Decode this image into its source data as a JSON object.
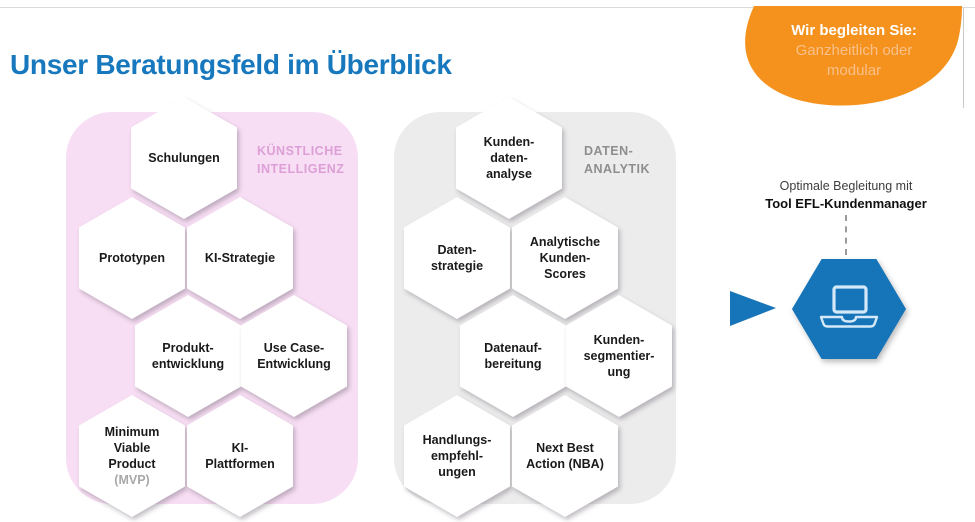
{
  "page": {
    "title": "Unser Beratungsfeld im Überblick"
  },
  "badge": {
    "title": "Wir begleiten Sie:",
    "subtitle": "Ganzheitlich oder\nmodular"
  },
  "groups": {
    "ki": {
      "label": "KÜNSTLICHE\nINTELLIGENZ",
      "hexes": [
        {
          "label": "Schulungen"
        },
        {
          "label": "Prototypen"
        },
        {
          "label": "KI-Strategie"
        },
        {
          "label": "Produkt-\nentwicklung"
        },
        {
          "label": "Use Case-\nEntwicklung"
        },
        {
          "label": "Minimum\nViable\nProduct",
          "sub": "(MVP)"
        },
        {
          "label": "KI-\nPlattformen"
        }
      ]
    },
    "data": {
      "label": "DATEN-\nANALYTIK",
      "hexes": [
        {
          "label": "Kunden-\ndaten-\nanalyse"
        },
        {
          "label": "Daten-\nstrategie"
        },
        {
          "label": "Analytische\nKunden-\nScores"
        },
        {
          "label": "Datenauf-\nbereitung"
        },
        {
          "label": "Kunden-\nsegmentier-\nung"
        },
        {
          "label": "Handlungs-\nempfehl-\nungen"
        },
        {
          "label": "Next Best\nAction (NBA)"
        }
      ]
    }
  },
  "tool": {
    "line1": "Optimale Begleitung mit",
    "line2": "Tool EFL-Kundenmanager"
  },
  "colors": {
    "title": "#1778BE",
    "badge": "#F5921E",
    "badge_subtext": "#F8C08A",
    "ki_bg": "#F8DEF4",
    "ki_label": "#DC9FD6",
    "data_bg": "#ECECEC",
    "data_label": "#8E8E8E",
    "accent_blue": "#1674B8",
    "hex_text": "#1A1A1A",
    "mvp_sub": "#A8A8A8"
  }
}
